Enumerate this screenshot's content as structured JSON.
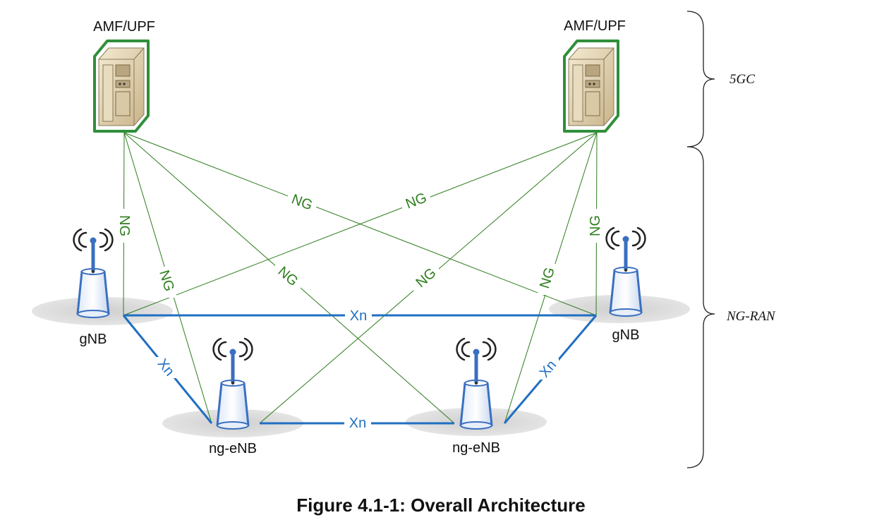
{
  "diagram": {
    "core_nodes": [
      {
        "id": "amf-left",
        "label": "AMF/UPF"
      },
      {
        "id": "amf-right",
        "label": "AMF/UPF"
      }
    ],
    "ran_nodes": [
      {
        "id": "gnb-left",
        "label": "gNB"
      },
      {
        "id": "gnb-right",
        "label": "gNB"
      },
      {
        "id": "ngenb-left",
        "label": "ng-eNB"
      },
      {
        "id": "ngenb-right",
        "label": "ng-eNB"
      }
    ],
    "ng_links": [
      {
        "from": "amf-left",
        "to": "gnb-left",
        "label": "NG"
      },
      {
        "from": "amf-left",
        "to": "ngenb-left",
        "label": "NG"
      },
      {
        "from": "amf-left",
        "to": "ngenb-right",
        "label": "NG"
      },
      {
        "from": "amf-left",
        "to": "gnb-right",
        "label": "NG"
      },
      {
        "from": "amf-right",
        "to": "gnb-left",
        "label": "NG"
      },
      {
        "from": "amf-right",
        "to": "ngenb-left",
        "label": "NG"
      },
      {
        "from": "amf-right",
        "to": "ngenb-right",
        "label": "NG"
      },
      {
        "from": "amf-right",
        "to": "gnb-right",
        "label": "NG"
      }
    ],
    "xn_links": [
      {
        "from": "gnb-left",
        "to": "gnb-right",
        "label": "Xn"
      },
      {
        "from": "gnb-left",
        "to": "ngenb-left",
        "label": "Xn"
      },
      {
        "from": "ngenb-left",
        "to": "ngenb-right",
        "label": "Xn"
      },
      {
        "from": "ngenb-right",
        "to": "gnb-right",
        "label": "Xn"
      }
    ],
    "domains": {
      "core": "5GC",
      "ran": "NG-RAN"
    },
    "caption": "Figure 4.1-1: Overall Architecture",
    "colors": {
      "ng_link": "#2e7d1e",
      "xn_link": "#1f6fc2",
      "server_border": "#2f8f3a",
      "antenna": "#3a6fc0"
    }
  }
}
